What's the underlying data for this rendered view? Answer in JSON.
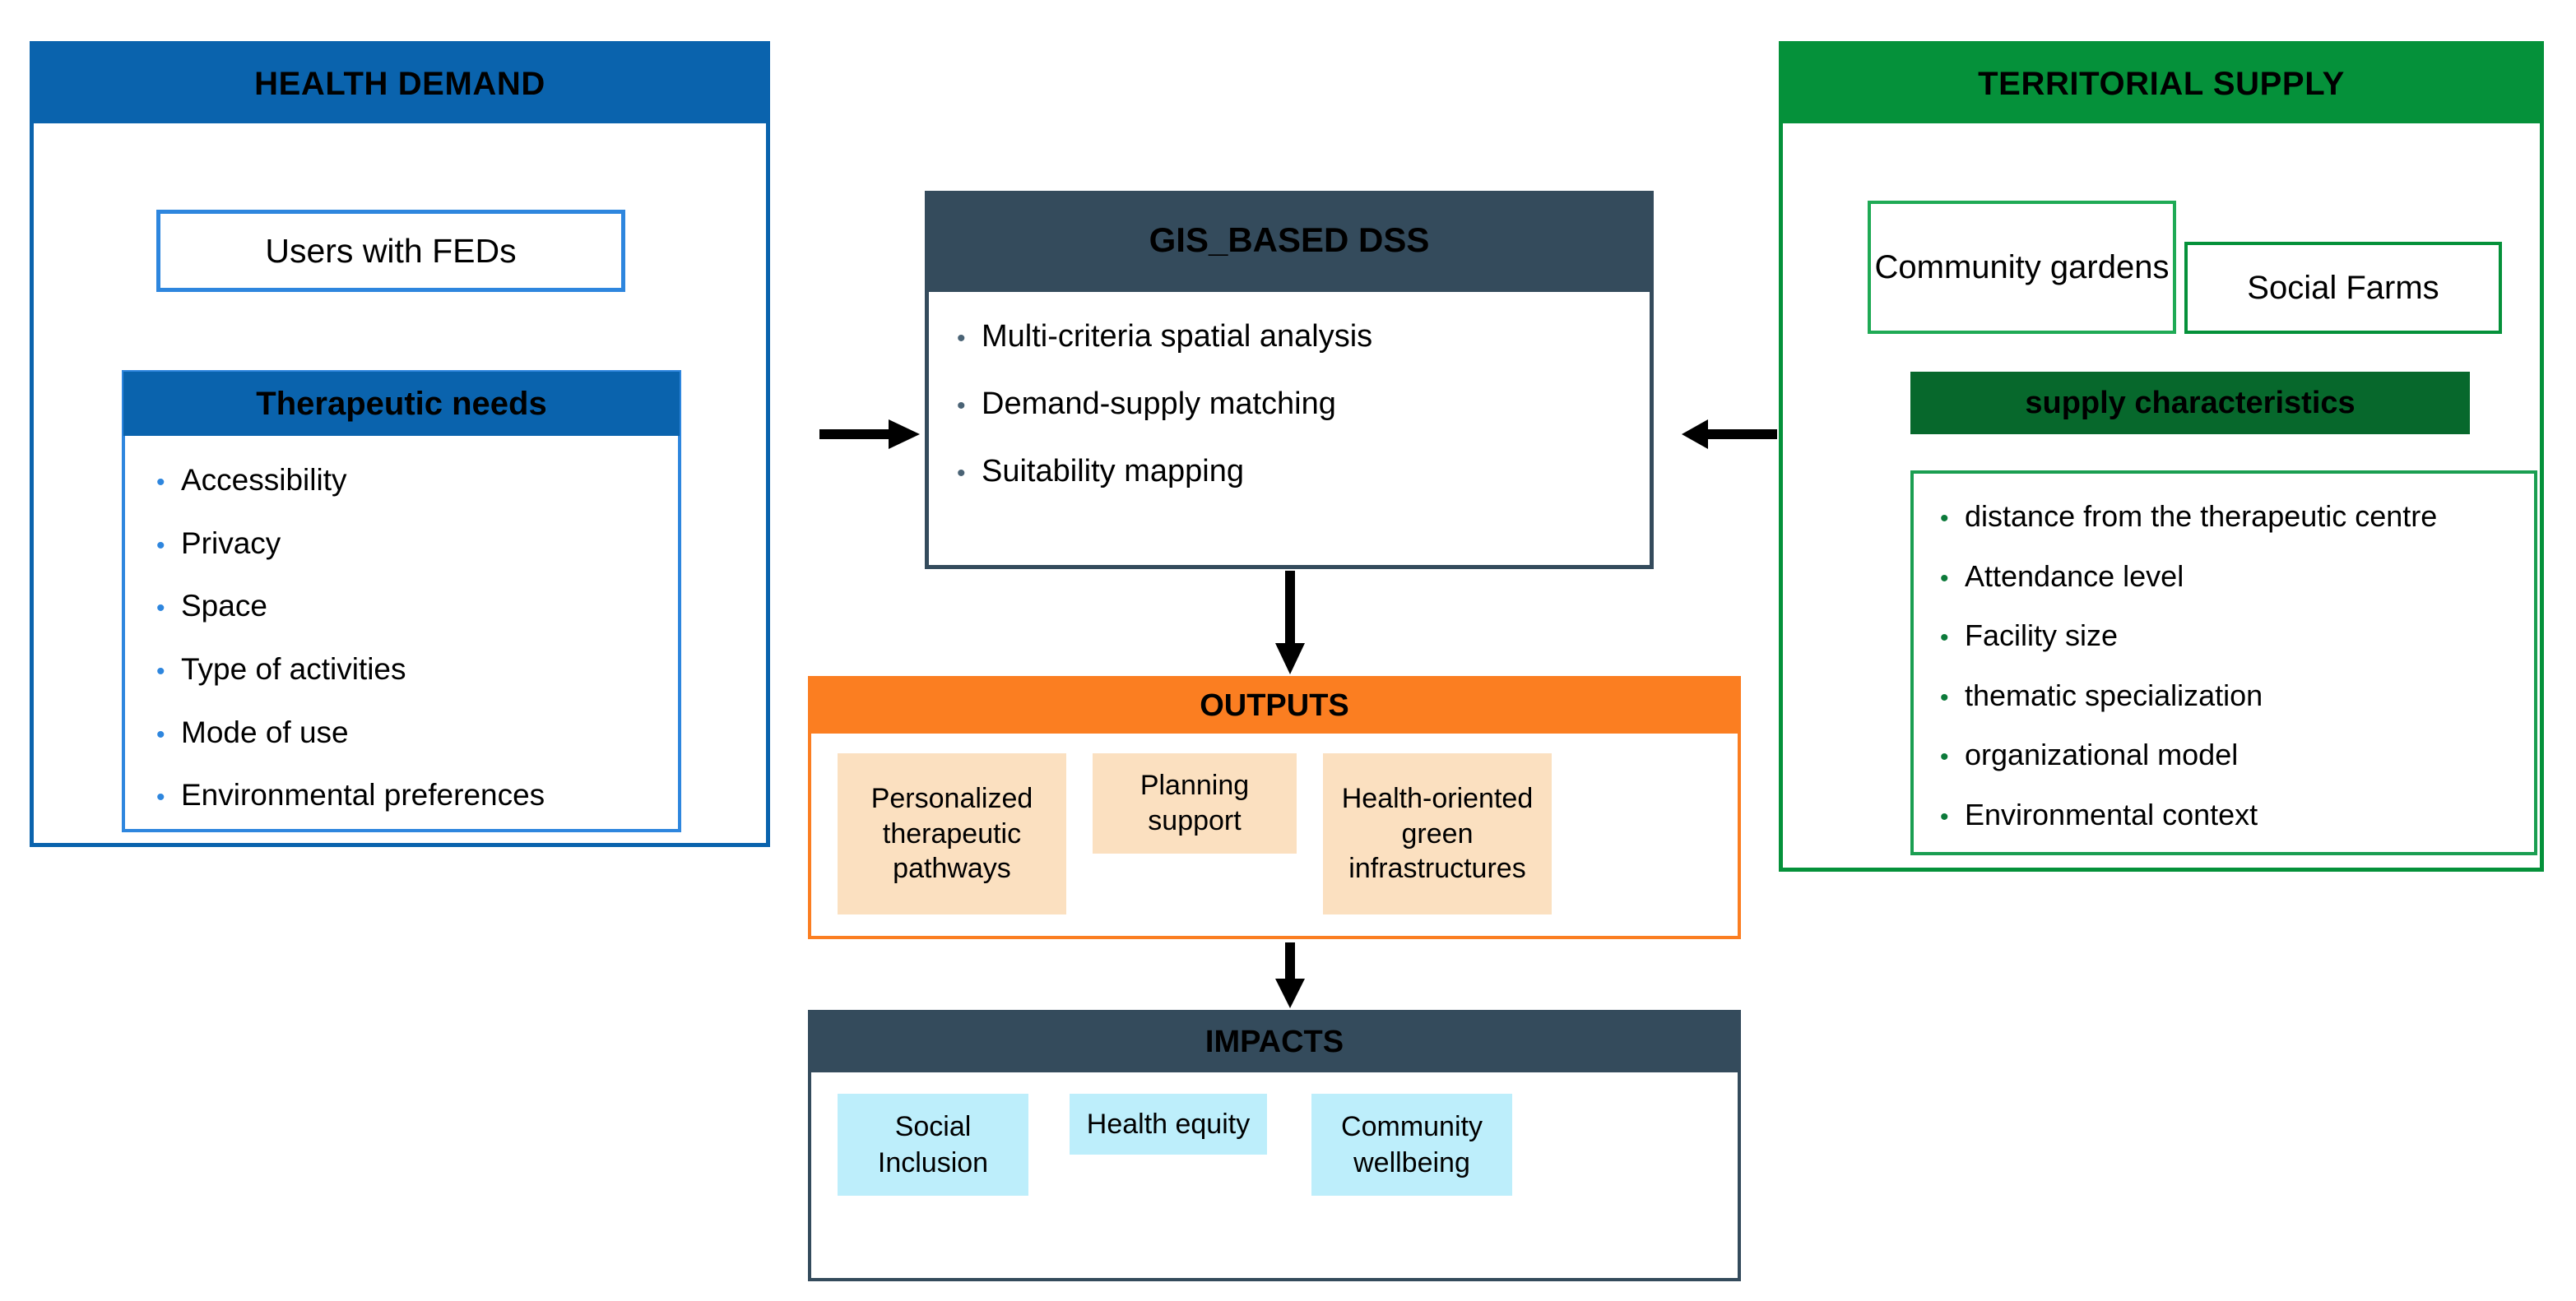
{
  "diagram": {
    "health_demand": {
      "title": "HEALTH DEMAND",
      "users_box": "Users with FEDs",
      "needs_title": "Therapeutic needs",
      "needs": [
        "Accessibility",
        "Privacy",
        "Space",
        "Type of activities",
        "Mode of use",
        "Environmental preferences"
      ],
      "accent_color": "#0a63ad",
      "border_color": "#2e86de"
    },
    "gis_dss": {
      "title": "GIS_BASED DSS",
      "functions": [
        "Multi-criteria spatial analysis",
        "Demand-supply matching",
        "Suitability mapping"
      ],
      "accent_color": "#344b5c"
    },
    "territorial_supply": {
      "title": "TERRITORIAL SUPPLY",
      "community_gardens": "Community gardens",
      "social_farms": "Social Farms",
      "supply_characteristics_title": "supply characteristics",
      "characteristics": [
        "distance from the therapeutic centre",
        "Attendance level",
        "Facility size",
        "thematic specialization",
        "organizational model",
        "Environmental context"
      ],
      "accent_color": "#05913a",
      "dark_accent_color": "#07682c"
    },
    "outputs": {
      "title": "OUTPUTS",
      "cards": [
        "Personalized therapeutic pathways",
        "Planning support",
        "Health-oriented green infrastructures"
      ],
      "accent_color": "#fb7e21",
      "card_color": "#fbe0c0"
    },
    "impacts": {
      "title": "IMPACTS",
      "cards": [
        "Social Inclusion",
        "Health equity",
        "Community wellbeing"
      ],
      "accent_color": "#344b5c",
      "card_color": "#bdeefb"
    },
    "bullet_glyph": "•"
  }
}
